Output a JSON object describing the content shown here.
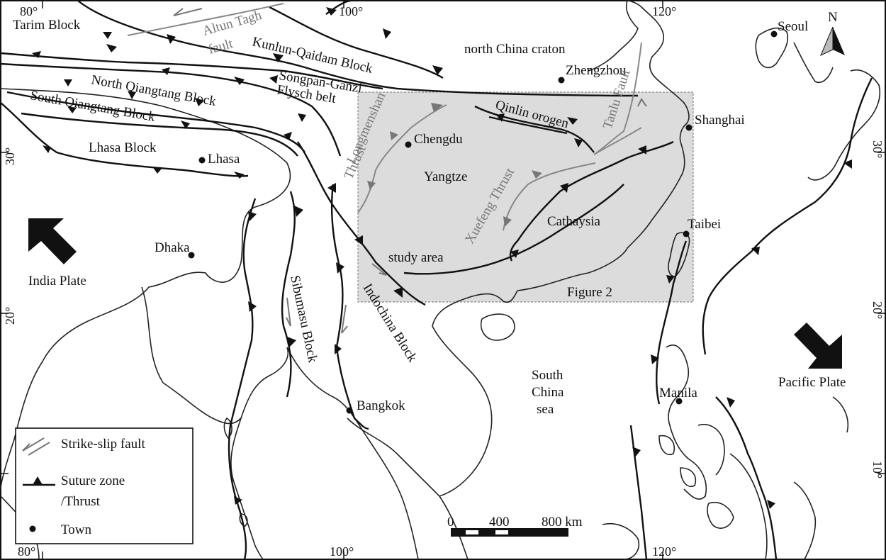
{
  "graticule": {
    "lon_top": [
      "80°",
      "100°",
      "120°"
    ],
    "lon_bottom": [
      "80°",
      "100°",
      "120°"
    ],
    "lat_left": [
      "30°",
      "20°"
    ],
    "lat_right": [
      "30°",
      "20°",
      "10°"
    ]
  },
  "north_arrow": {
    "label": "N"
  },
  "places": {
    "tarim": "Tarim Block",
    "altun": "Altun Tagh",
    "altun_fault": "fault",
    "kunlun": "Kunlun-Qaidam Block",
    "north_china": "north China craton",
    "zhengzhou": "Zhengzhou",
    "seoul": "Seoul",
    "north_qiangtang": "North Qiangtang Block",
    "south_qiangtang": "South Qiangtang Block",
    "songpan": "Songpan-Ganzi",
    "flysch": "Flysch belt",
    "longmenshan": "Longmenshan",
    "thrust": "Thrust",
    "qinlin": "Qinlin orogen",
    "tanlu": "Tanlu Fault",
    "shanghai": "Shanghai",
    "lhasa_block": "Lhasa Block",
    "lhasa": "Lhasa",
    "chengdu": "Chengdu",
    "yangtze": "Yangtze",
    "xuefeng": "Xuefeng Thrust",
    "cathaysia": "Cathaysia",
    "taibei": "Taibei",
    "dhaka": "Dhaka",
    "india": "India Plate",
    "study_area": "study area",
    "figure2": "Figure 2",
    "indochina": "Indochina Block",
    "sibumasu": "Sibumasu Block",
    "south_china_sea_1": "South",
    "south_china_sea_2": "China",
    "south_china_sea_3": "sea",
    "pacific": "Pacific Plate",
    "manila": "Manila",
    "bangkok": "Bangkok"
  },
  "scale_bar": {
    "labels": [
      "0",
      "400",
      "800 km"
    ]
  },
  "legend": {
    "items": [
      {
        "symbol": "strike-slip-symbol",
        "label": "Strike-slip fault"
      },
      {
        "symbol": "thrust-symbol",
        "label": "Suture zone"
      },
      {
        "symbol": "thrust-symbol-cont",
        "label": "/Thrust"
      },
      {
        "symbol": "town-dot",
        "label": "Town"
      }
    ]
  },
  "colors": {
    "study_box_fill": "#dcdcdc",
    "fault_black": "#111111",
    "fault_gray": "#888888"
  }
}
